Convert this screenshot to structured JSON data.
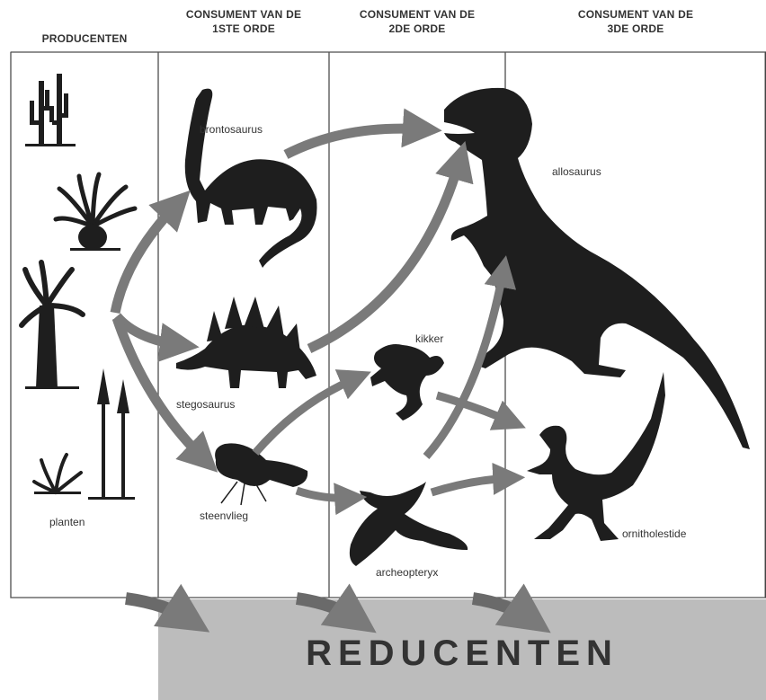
{
  "columns": {
    "producers": "PRODUCENTEN",
    "first_order": [
      "CONSUMENT VAN DE",
      "1STE ORDE"
    ],
    "second_order": [
      "CONSUMENT VAN DE",
      "2DE ORDE"
    ],
    "third_order": [
      "CONSUMENT VAN DE",
      "3DE ORDE"
    ]
  },
  "organisms": {
    "plants": "planten",
    "brontosaurus": "brontosaurus",
    "stegosaurus": "stegosaurus",
    "stonefly": "steenvlieg",
    "frog": "kikker",
    "archaeopteryx": "archeopteryx",
    "allosaurus": "allosaurus",
    "ornitholestes": "ornitholestide"
  },
  "decomposers": "REDUCENTEN",
  "colors": {
    "arrow": "#7a7a7a",
    "silhouette": "#1e1e1e",
    "decomposer_band": "#bcbcbc"
  }
}
